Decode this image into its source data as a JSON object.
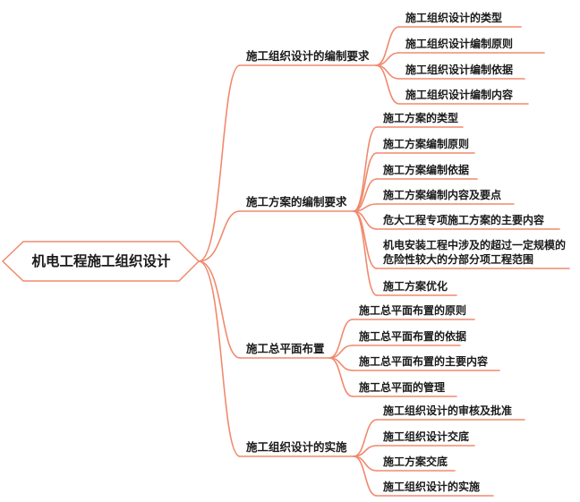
{
  "root": {
    "label": "机电工程施工组织设计"
  },
  "branches": [
    {
      "label": "施工组织设计的编制要求",
      "children": [
        "施工组织设计的类型",
        "施工组织设计编制原则",
        "施工组织设计编制依据",
        "施工组织设计编制内容"
      ]
    },
    {
      "label": "施工方案的编制要求",
      "children": [
        "施工方案的类型",
        "施工方案编制原则",
        "施工方案编制依据",
        "施工方案编制内容及要点",
        "危大工程专项施工方案的主要内容",
        "机电安装工程中涉及的超过一定规模的危险性较大的分部分项工程范围",
        "施工方案优化"
      ]
    },
    {
      "label": "施工总平面布置",
      "children": [
        "施工总平面布置的原则",
        "施工总平面布置的依据",
        "施工总平面布置的主要内容",
        "施工总平面的管理"
      ]
    },
    {
      "label": "施工组织设计的实施",
      "children": [
        "施工组织设计的审核及批准",
        "施工组织设计交底",
        "施工方案交底",
        "施工组织设计的实施"
      ]
    }
  ],
  "colors": {
    "connector": "#f08a6e",
    "root_border": "#f08a6e",
    "text": "#1a1a1a"
  }
}
